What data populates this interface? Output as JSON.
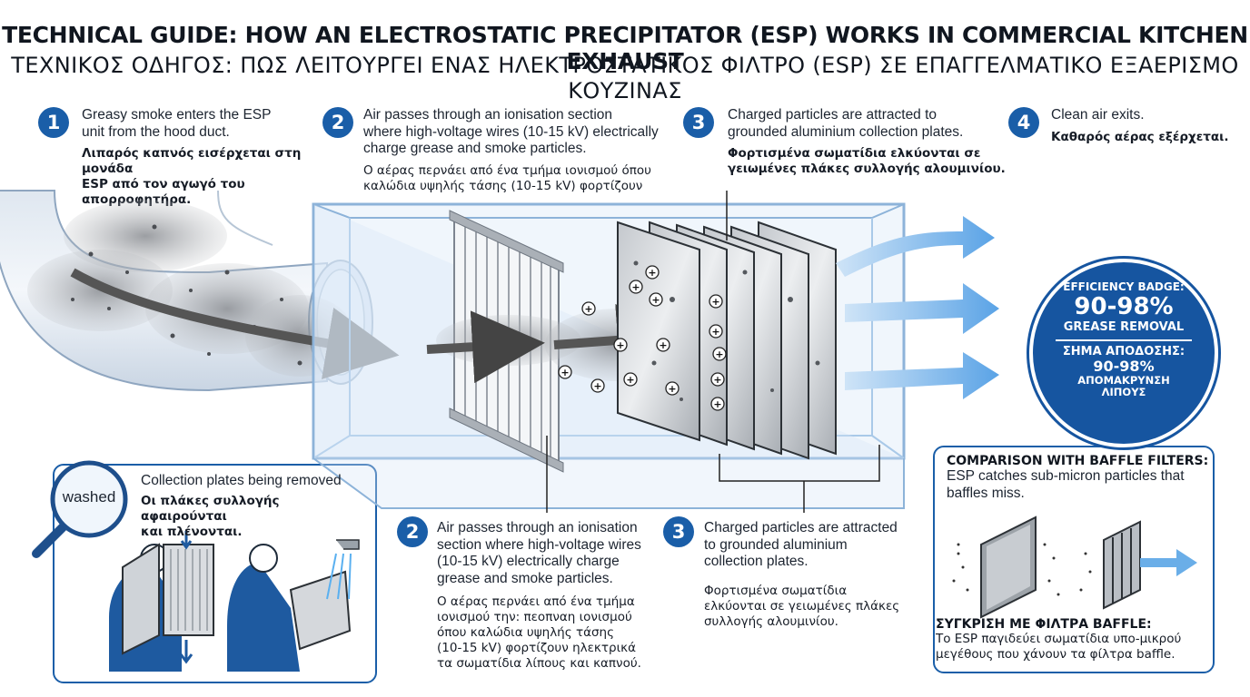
{
  "title_en": "TECHNICAL GUIDE: HOW AN ELECTROSTATIC PRECIPITATOR (ESP) WORKS IN COMMERCIAL KITCHEN EXHAUST",
  "title_gr": "ΤΕΧΝΙΚΟΣ ΟΔΗΓΟΣ: ΠΩΣ ΛΕΙΤΟΥΡΓΕΙ ΕΝΑΣ ΗΛΕΚΤΡΟΣΤΑΤΙΚΟΣ ΦΙΛΤΡΟ (ESP) ΣΕ ΕΠΑΓΓΕΛΜΑΤΙΚΟ ΕΞΑΕΡΙΣΜΟ ΚΟΥΖΙΝΑΣ",
  "steps_top": [
    {
      "num": "1",
      "en1": "Greasy smoke enters the ESP",
      "en2": "unit from the hood duct.",
      "en3": "",
      "gr1": "Λιπαρός καπνός εισέρχεται στη μονάδα",
      "gr2": "ESP από τον αγωγό του απορροφητήρα."
    },
    {
      "num": "2",
      "en1": "Air passes through an ionisation section",
      "en2": "where high-voltage wires (10-15 kV) electrically",
      "en3": "charge grease and smoke particles.",
      "gr1": "Ο αέρας περνάει από ένα τμήμα ιονισμού όπου",
      "gr2": "καλώδια υψηλής τάσης (10-15 kV) φορτίζουν"
    },
    {
      "num": "3",
      "en1": "Charged particles are attracted to",
      "en2": "grounded aluminium collection plates.",
      "en3": "",
      "gr1": "Φορτισμένα σωματίδια ελκύονται σε",
      "gr2": "γειωμένες πλάκες συλλογής αλουμινίου."
    },
    {
      "num": "4",
      "en1": "Clean air exits.",
      "en2": "",
      "en3": "",
      "gr1": "Καθαρός αέρας εξέρχεται.",
      "gr2": ""
    }
  ],
  "badge": {
    "l1": "EFFICIENCY BADGE:",
    "l2": "90-98%",
    "l3": "GREASE REMOVAL",
    "l4": "ΣΗΜΑ ΑΠΟΔΟΣΗΣ:",
    "l5": "90-98%",
    "l6": "ΑΠΟΜΑΚΡΥΝΣΗ",
    "l7": "ΛΙΠΟΥΣ"
  },
  "wash": {
    "magnifier": "washed",
    "en": "Collection plates being removed",
    "gr1": "Οι πλάκες συλλογής αφαιρούνται",
    "gr2": "και πλένονται."
  },
  "step2_bottom": {
    "num": "2",
    "en": [
      "Air passes through an ionisation",
      "section where high-voltage wires",
      "(10-15 kV) electrically charge",
      "grease and smoke particles."
    ],
    "gr": [
      "Ο αέρας περνάει από ένα τμήμα",
      "ιονισμού την: πεοπναη ιονισμού",
      "όπου καλώδια υψηλής τάσης",
      "(10-15 kV) φορτίζουν ηλεκτρικά",
      "τα σωματίδια λίπους και καπνού."
    ]
  },
  "step3_bottom": {
    "num": "3",
    "en": [
      "Charged particles are attracted",
      "to grounded aluminium",
      "collection plates."
    ],
    "gr": [
      "Φορτισμένα σωματίδια",
      "ελκύονται σε γειωμένες πλάκες",
      "συλλογής αλουμινίου."
    ]
  },
  "comparison": {
    "h_en": "COMPARISON WITH BAFFLE FILTERS:",
    "en1": "ESP catches sub-micron particles that",
    "en2": "baffles miss.",
    "h_gr": "ΣΥΓΚΡΙΣΗ ΜΕ ΦΙΛΤΡΑ BAFFLE:",
    "gr1": "Το ESP παγιδεύει σωματίδια υπο-μικρού",
    "gr2": "μεγέθους που χάνουν τα φίλτρα baffle."
  },
  "plus_sign": "+",
  "colors": {
    "accent": "#1a5ea8",
    "box": "#a9c9e8",
    "air": "#6aaee8"
  }
}
